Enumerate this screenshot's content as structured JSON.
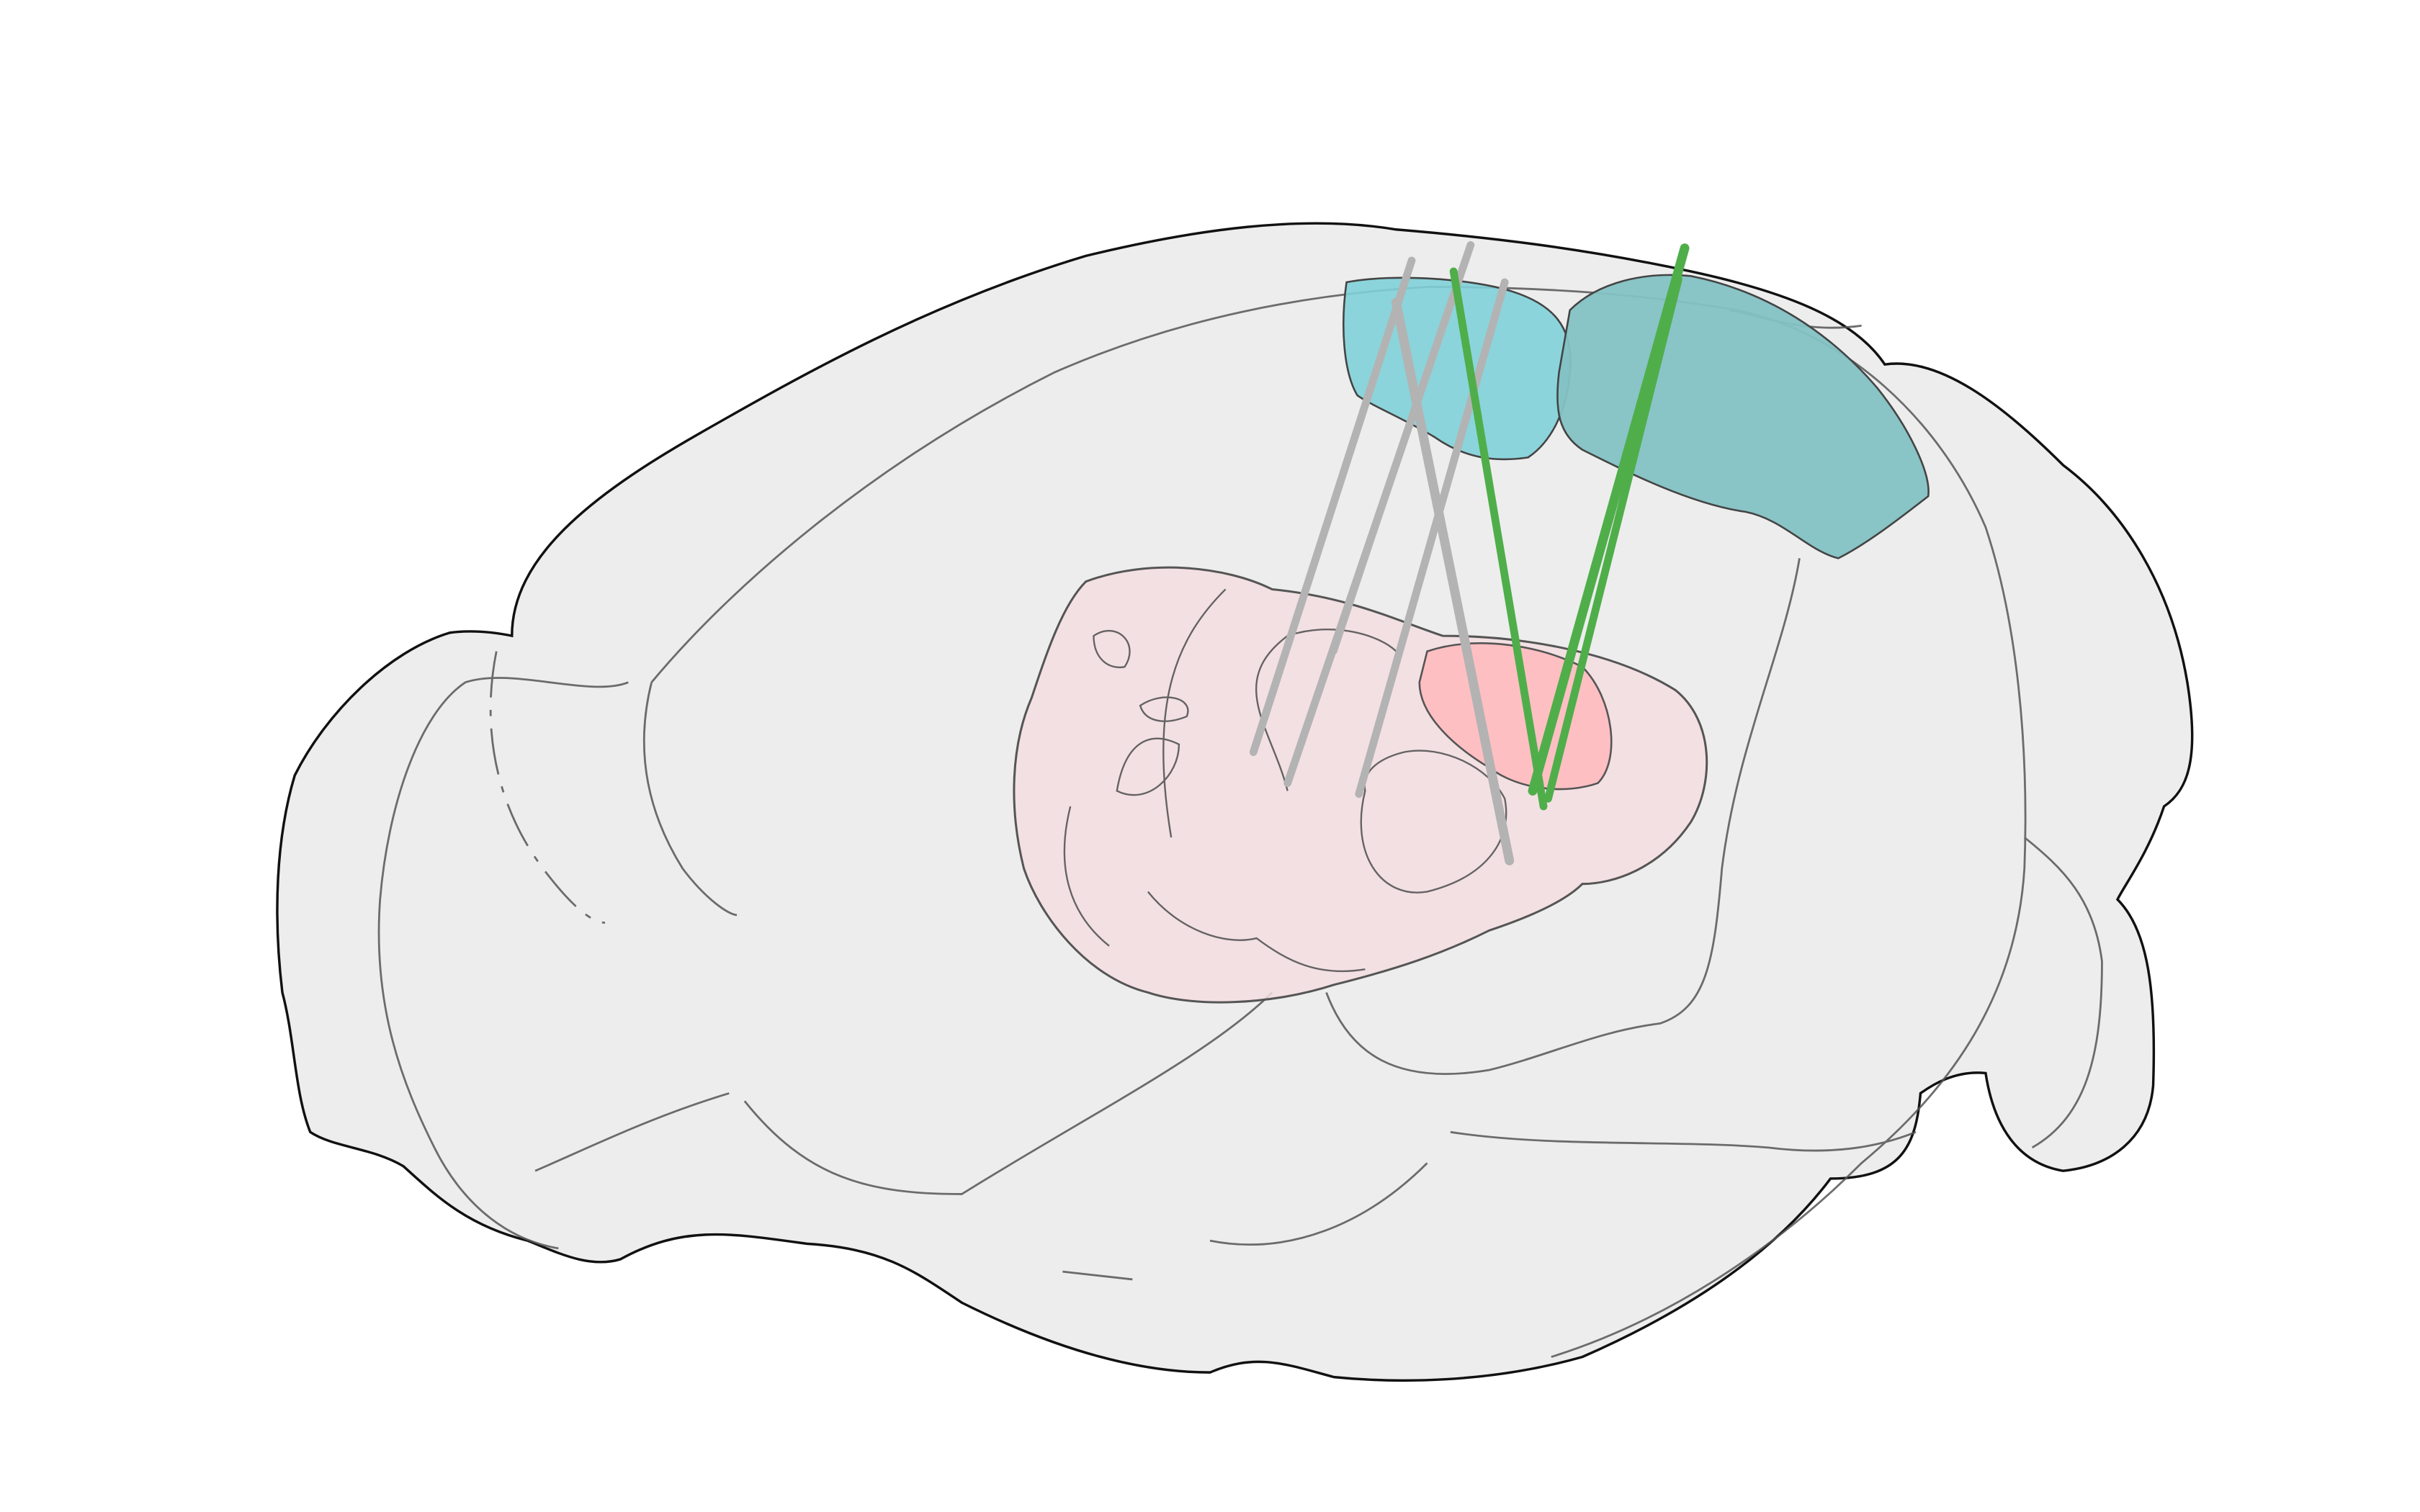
{
  "scene": {
    "background_color": "#ffffff",
    "brain_fill": "#ededed",
    "brain_outline": "#111111",
    "inner_outline": "#555555",
    "regions": [
      {
        "id": "cortical-region-1",
        "color": "#7fd0d8"
      },
      {
        "id": "cortical-region-2",
        "color": "#84c2c4"
      },
      {
        "id": "subcortical-region-large",
        "color": "#f3dde0"
      },
      {
        "id": "subcortical-region-target",
        "color": "#ffb8bd"
      }
    ],
    "probes": [
      {
        "color": "#b3b3b3"
      },
      {
        "color": "#b3b3b3"
      },
      {
        "color": "#b3b3b3"
      },
      {
        "color": "#b3b3b3"
      },
      {
        "color": "#b3b3b3"
      },
      {
        "color": "#4fae4a"
      },
      {
        "color": "#4fae4a"
      },
      {
        "color": "#4fae4a"
      }
    ]
  }
}
